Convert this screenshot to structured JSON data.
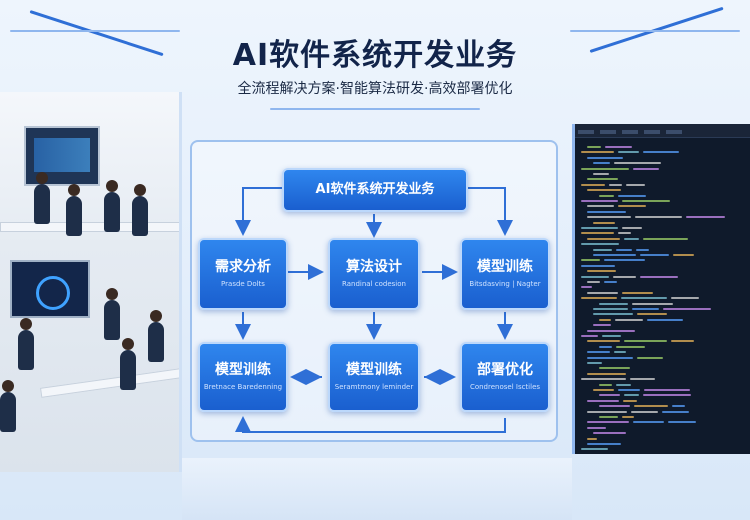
{
  "header": {
    "title": "AI软件系统开发业务",
    "subtitle": "全流程解决方案·智能算法研发·高效部署优化"
  },
  "diagram": {
    "top_node": {
      "label": "AI软件系统开发业务"
    },
    "nodes": [
      {
        "label": "需求分析",
        "sub": "Prasde Dolts"
      },
      {
        "label": "算法设计",
        "sub": "Randinal codesion"
      },
      {
        "label": "模型训练",
        "sub": "Bitsdasving | Nagter"
      },
      {
        "label": "模型训练",
        "sub": "Bretnace Baredenning"
      },
      {
        "label": "模型训练",
        "sub": "Seramtmony leminder"
      },
      {
        "label": "部署优化",
        "sub": "Condrenosel Isctiles"
      }
    ]
  },
  "colors": {
    "node_fill": "#1f6fe0",
    "accent": "#2f6fd6",
    "title_text": "#12244a",
    "code_bg": "#0f1a2b"
  }
}
